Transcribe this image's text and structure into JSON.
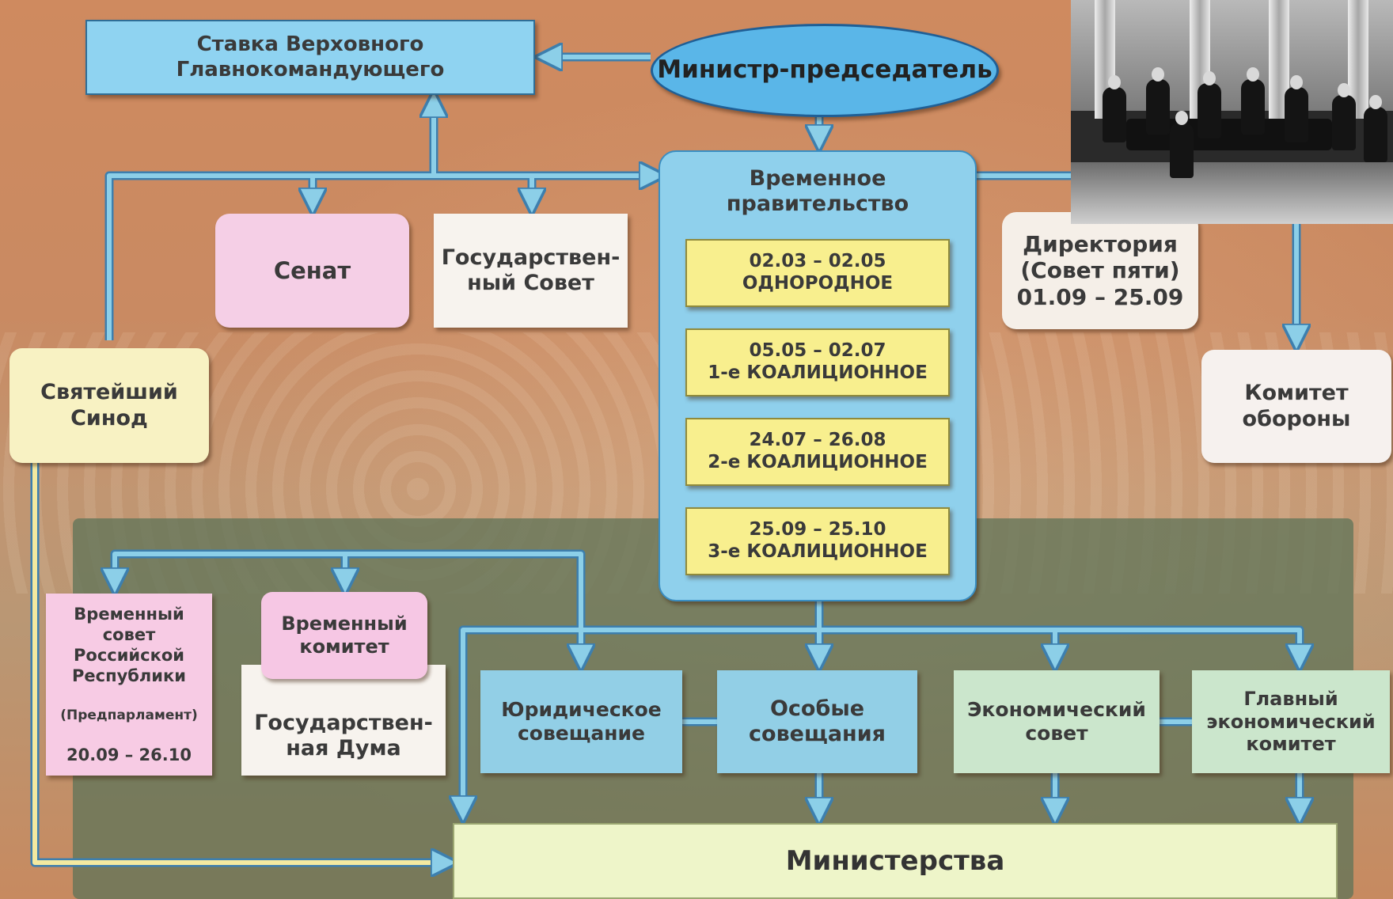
{
  "nodes": {
    "stavka": "Ставка Верховного\nГлавнокомандующего",
    "minister": "Министр-председатель",
    "government": "Временное\nправительство",
    "periods": [
      "02.03 – 02.05\nОДНОРОДНОЕ",
      "05.05 – 02.07\n1-е КОАЛИЦИОННОЕ",
      "24.07 – 26.08\n2-е КОАЛИЦИОННОЕ",
      "25.09 – 25.10\n3-е КОАЛИЦИОННОЕ"
    ],
    "senat": "Сенат",
    "gossovet": "Государствен-\nный Совет",
    "directoria": "Директория\n(Совет пяти)\n01.09 – 25.09",
    "sinod": "Святейший\nСинод",
    "komitet_oborony": "Комитет\nобороны",
    "vsr_main": "Временный\nсовет\nРоссийской\nРеспублики",
    "vsr_sub": "(Предпарламент)",
    "vsr_dates": "20.09 – 26.10",
    "vremenny_komitet": "Временный\nкомитет",
    "duma": "Государствен-\nная Дума",
    "yur": "Юридическое\nсовещание",
    "osobye": "Особые\nсовещания",
    "ekon_sovet": "Экономический\nсовет",
    "glav_komitet": "Главный\nэкономический\nкомитет",
    "ministries": "Министерства"
  },
  "colors": {
    "arrow": "#8ccfe8",
    "arrow_outline": "#3d7fae",
    "background": "#c7865e",
    "panel": "#62745a"
  }
}
